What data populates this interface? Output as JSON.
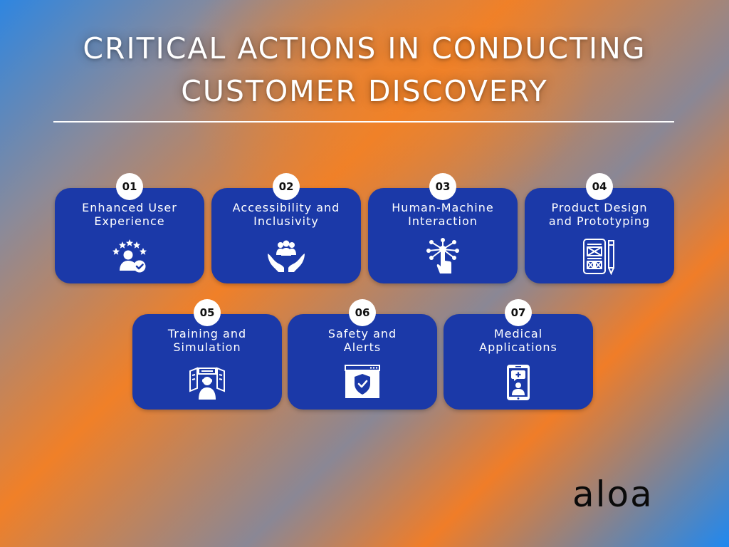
{
  "title": {
    "line1": "CRITICAL ACTIONS IN CONDUCTING",
    "line2": "CUSTOMER DISCOVERY"
  },
  "cards": [
    {
      "number": "01",
      "line1": "Enhanced User",
      "line2": "Experience",
      "icon": "user-rating-icon"
    },
    {
      "number": "02",
      "line1": "Accessibility and",
      "line2": "Inclusivity",
      "icon": "community-hands-icon"
    },
    {
      "number": "03",
      "line1": "Human-Machine",
      "line2": "Interaction",
      "icon": "touch-network-icon"
    },
    {
      "number": "04",
      "line1": "Product Design",
      "line2": "and Prototyping",
      "icon": "wireframe-pencil-icon"
    },
    {
      "number": "05",
      "line1": "Training and",
      "line2": "Simulation",
      "icon": "vr-simulation-icon"
    },
    {
      "number": "06",
      "line1": "Safety and",
      "line2": "Alerts",
      "icon": "security-shield-icon"
    },
    {
      "number": "07",
      "line1": "Medical",
      "line2": "Applications",
      "icon": "telemedicine-phone-icon"
    }
  ],
  "logo": "aloa",
  "colors": {
    "card": "#1b39a8",
    "badge": "#ffffff",
    "orange": "#f08028",
    "blue": "#1f88f0"
  }
}
